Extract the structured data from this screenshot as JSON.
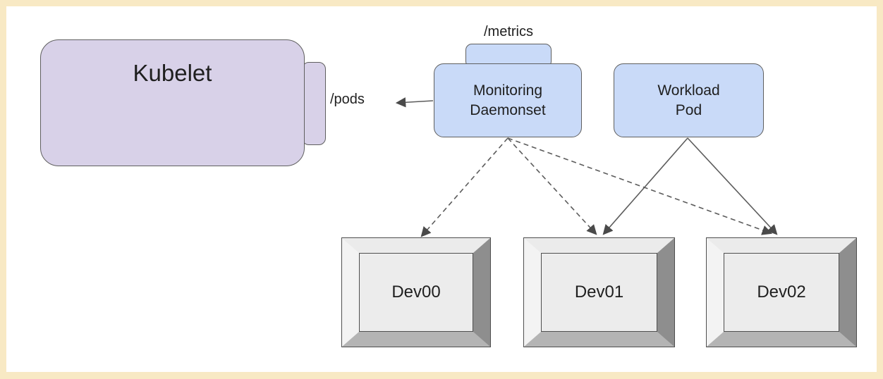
{
  "frame": {
    "border_color": "#f8e9c4",
    "canvas_color": "#ffffff"
  },
  "nodes": {
    "kubelet": {
      "label": "Kubelet",
      "fill": "#d8d1e8",
      "stroke": "#5f5f5f",
      "shape": "rounded-rect-with-right-port"
    },
    "monitoring_daemonset": {
      "label": "Monitoring\nDaemonset",
      "fill": "#c9daf8",
      "stroke": "#5f5f5f",
      "shape": "rounded-rect-with-top-port"
    },
    "workload_pod": {
      "label": "Workload\nPod",
      "fill": "#c9daf8",
      "stroke": "#5f5f5f",
      "shape": "rounded-rect"
    },
    "dev00": {
      "label": "Dev00",
      "shape": "beveled-3d-box"
    },
    "dev01": {
      "label": "Dev01",
      "shape": "beveled-3d-box"
    },
    "dev02": {
      "label": "Dev02",
      "shape": "beveled-3d-box"
    }
  },
  "endpoint_labels": {
    "pods": "/pods",
    "metrics": "/metrics"
  },
  "edges": [
    {
      "from": "monitoring_daemonset",
      "to": "kubelet /pods port",
      "style": "solid",
      "arrow": "end"
    },
    {
      "from": "monitoring_daemonset",
      "to": "dev00",
      "style": "dashed",
      "arrow": "end"
    },
    {
      "from": "monitoring_daemonset",
      "to": "dev01",
      "style": "dashed",
      "arrow": "end"
    },
    {
      "from": "monitoring_daemonset",
      "to": "dev02",
      "style": "dashed",
      "arrow": "end"
    },
    {
      "from": "workload_pod",
      "to": "dev01",
      "style": "solid",
      "arrow": "end"
    },
    {
      "from": "workload_pod",
      "to": "dev02",
      "style": "solid",
      "arrow": "end"
    }
  ]
}
